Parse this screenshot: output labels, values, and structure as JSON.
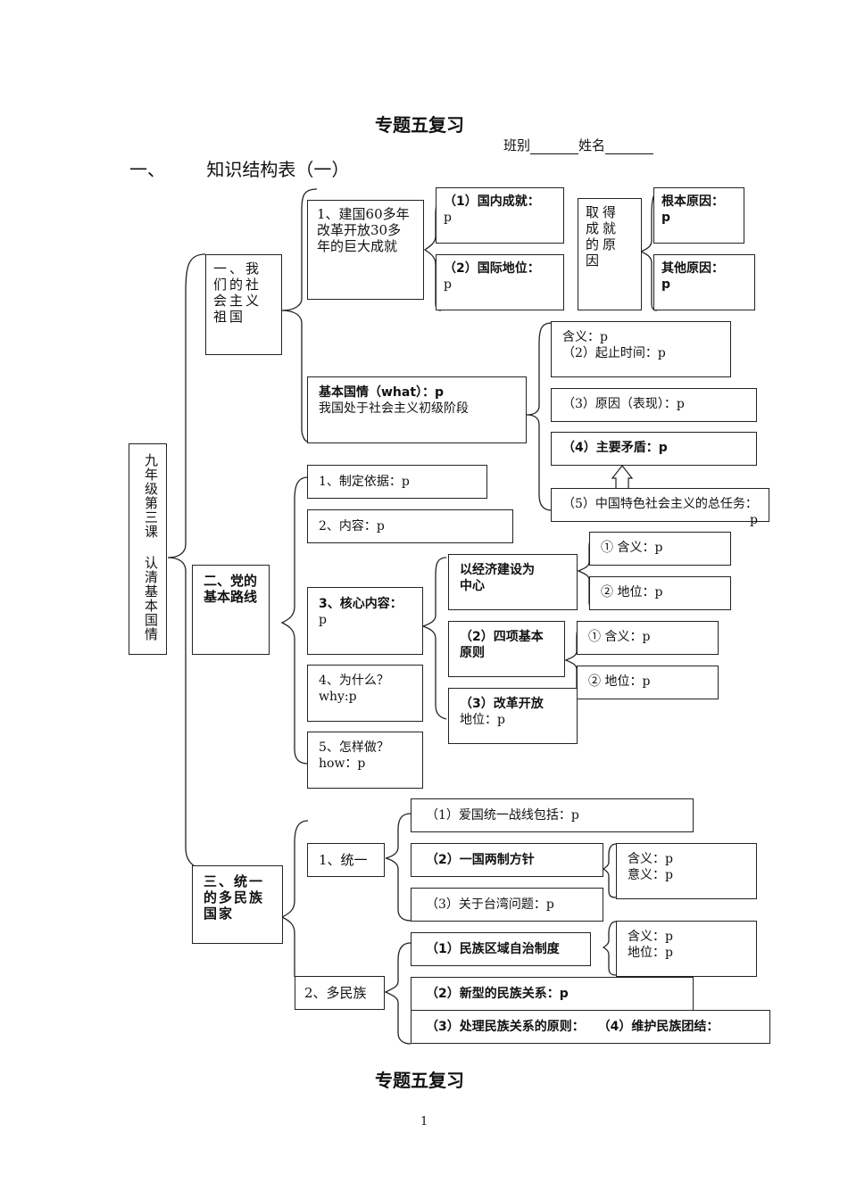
{
  "header": {
    "title": "专题五复习",
    "class_label": "班别",
    "name_label": "姓名",
    "section_number": "一、",
    "section_title": "知识结构表（一）"
  },
  "root": {
    "label": "九年级第三课 认清基本国情"
  },
  "part1": {
    "label": "一、我们的社会主义祖国",
    "achievements": {
      "label": "1、建国60多年改革开放30多年的巨大成就"
    },
    "domestic": {
      "label": "（1）国内成就：",
      "value": "p"
    },
    "international": {
      "label": "（2）国际地位：",
      "value": "p"
    },
    "reasons": {
      "label": "取得成就的原因"
    },
    "fundamental_reason": {
      "label": "根本原因：",
      "value": "p"
    },
    "other_reasons": {
      "label": "其他原因：",
      "value": "p"
    },
    "basic_condition": {
      "label": "基本国情（what）：",
      "value": "p",
      "sub": "我国处于社会主义初级阶段"
    },
    "meaning": {
      "label": "含义：",
      "value": "p",
      "sub_label": "（2）起止时间：",
      "sub_value": "p"
    },
    "cause": {
      "label": "（3）原因（表现）：",
      "value": "p"
    },
    "main_contradiction": {
      "label": "（4）主要矛盾：",
      "value": "p"
    },
    "general_task": {
      "label": "（5）中国特色社会主义的总任务：",
      "value": "p"
    }
  },
  "part2": {
    "label": "二、党的基本路线",
    "items": [
      {
        "label": "1、制定依据：",
        "value": "p"
      },
      {
        "label": "2、内容：",
        "value": "p"
      },
      {
        "label": "3、核心内容：",
        "value": "p"
      },
      {
        "label": "4、为什么？",
        "value": "why:p"
      },
      {
        "label": "5、怎样做？",
        "value": "how：p"
      }
    ],
    "center": {
      "label": "以经济建设为中心",
      "meaning": "① 含义：p",
      "status": "② 地位：p"
    },
    "principles": {
      "label": "（2）四项基本原则",
      "meaning": "① 含义：p",
      "status": "② 地位：p"
    },
    "reform": {
      "label": "（3）改革开放",
      "status": "地位：p"
    }
  },
  "part3": {
    "label": "三、统一的多民族国家",
    "unity": {
      "label": "1、统一",
      "front": "（1）爱国统一战线包括：p",
      "one_country": "（2）一国两制方针",
      "one_country_detail": [
        "含义：p",
        "意义：p"
      ],
      "taiwan": "（3）关于台湾问题：p"
    },
    "ethnic": {
      "label": "2、多民族",
      "autonomy": "（1）民族区域自治制度",
      "autonomy_detail": [
        "含义：p",
        "地位：p"
      ],
      "relations": "（2）新型的民族关系：p",
      "principles": "（3）处理民族关系的原则：",
      "solidarity": "（4）维护民族团结："
    }
  },
  "footer": {
    "title": "专题五复习",
    "page_number": "1"
  }
}
